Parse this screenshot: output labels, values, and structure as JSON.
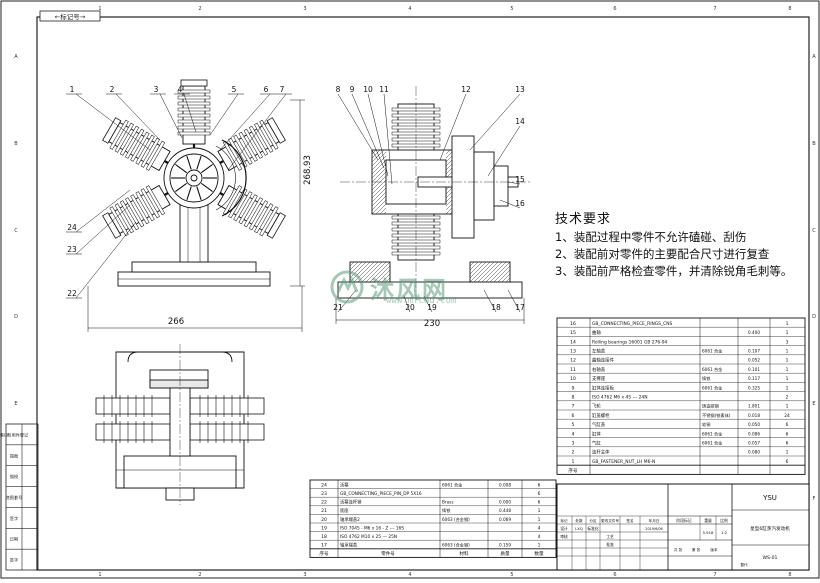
{
  "sheet": {
    "corner_tag": "←标记号→",
    "overall_height_dim": "268.93",
    "front_width_dim": "266",
    "side_width_dim": "230",
    "callouts_front": [
      "1",
      "2",
      "3",
      "4",
      "5",
      "6",
      "7",
      "24",
      "23",
      "22"
    ],
    "callouts_side": [
      "8",
      "9",
      "10",
      "11",
      "12",
      "13",
      "14",
      "15",
      "16",
      "17",
      "18",
      "19",
      "20",
      "21"
    ]
  },
  "notes": {
    "title": "技术要求",
    "lines": [
      "1、装配过程中零件不允许磕碰、刮伤",
      "2、装配前对零件的主要配合尺寸进行复查",
      "3、装配前严格检查零件，并清除锐角毛刺等。"
    ]
  },
  "watermark": {
    "text": "沐风网",
    "url": "www.mfcad.com"
  },
  "bom_right": {
    "rows": [
      {
        "no": "16",
        "name": "GB_CONNECTING_PIECE_RINGS_CNS",
        "mat": "",
        "w": "",
        "q": "1"
      },
      {
        "no": "15",
        "name": "曲轴",
        "mat": "",
        "w": "0.400",
        "q": "1"
      },
      {
        "no": "14",
        "name": "Rolling bearings 16001 GB 276-94",
        "mat": "",
        "w": "",
        "q": "3"
      },
      {
        "no": "13",
        "name": "左轴盖",
        "mat": "6061 合金",
        "w": "0.107",
        "q": "1"
      },
      {
        "no": "12",
        "name": "曲轴连接件",
        "mat": "",
        "w": "0.052",
        "q": "1"
      },
      {
        "no": "11",
        "name": "右轴盖",
        "mat": "6061 合金",
        "w": "0.101",
        "q": "1"
      },
      {
        "no": "10",
        "name": "支撑座",
        "mat": "铸铁",
        "w": "0.117",
        "q": "1"
      },
      {
        "no": "9",
        "name": "缸体连接板",
        "mat": "6061 合金",
        "w": "0.325",
        "q": "1"
      },
      {
        "no": "8",
        "name": "ISO 4762 M6 x 45 --- 24N",
        "mat": "",
        "w": "",
        "q": "2"
      },
      {
        "no": "7",
        "name": "飞轮",
        "mat": "铸造碳钢",
        "w": "1.801",
        "q": "1"
      },
      {
        "no": "6",
        "name": "缸盖螺栓",
        "mat": "不锈钢(铁素体)",
        "w": "0.018",
        "q": "24"
      },
      {
        "no": "5",
        "name": "气缸盖",
        "mat": "软铜",
        "w": "0.050",
        "q": "6"
      },
      {
        "no": "4",
        "name": "缸体",
        "mat": "6061 合金",
        "w": "0.086",
        "q": "6"
      },
      {
        "no": "3",
        "name": "气缸",
        "mat": "6061 合金",
        "w": "0.057",
        "q": "6"
      },
      {
        "no": "2",
        "name": "连杆主体",
        "mat": "",
        "w": "0.080",
        "q": "1"
      },
      {
        "no": "1",
        "name": "GB_FASTENER_NUT_LH M6-N",
        "mat": "",
        "w": "",
        "q": "6"
      }
    ],
    "footer": "序号"
  },
  "bom_left": {
    "rows": [
      {
        "no": "24",
        "name": "活塞",
        "mat": "6061 合金",
        "w": "0.008",
        "q": "6"
      },
      {
        "no": "23",
        "name": "GB_CONNECTING_PIECE_PIN_DP 5X16",
        "mat": "",
        "w": "",
        "q": "6"
      },
      {
        "no": "22",
        "name": "活塞连杆销",
        "mat": "Brass",
        "w": "0.000",
        "q": "6"
      },
      {
        "no": "21",
        "name": "底座",
        "mat": "铸铁",
        "w": "0.448",
        "q": "1"
      },
      {
        "no": "20",
        "name": "轴承端盖2",
        "mat": "6063 (合金钢)",
        "w": "0.069",
        "q": "1"
      },
      {
        "no": "19",
        "name": "ISO 7045 - M6 x 16 - Z --- 16S",
        "mat": "",
        "w": "",
        "q": "4"
      },
      {
        "no": "18",
        "name": "ISO 4762 M10 x 25 --- 25N",
        "mat": "",
        "w": "",
        "q": "4"
      },
      {
        "no": "17",
        "name": "轴承端盖",
        "mat": "6063 (合金钢)",
        "w": "0.159",
        "q": "1"
      }
    ],
    "header": {
      "no": "序号",
      "name": "零件号",
      "mat": "材料",
      "w": "质量",
      "q": "数量"
    }
  },
  "title_block": {
    "company": "YSU",
    "drawing_name": "星型6缸蒸汽发动机",
    "drawing_no": "WS-01",
    "labels": {
      "mark": "标记",
      "count": "处数",
      "zone": "分区",
      "change_no": "更改文件号",
      "sign": "签名",
      "date": "年月日",
      "design": "设计",
      "check": "审核",
      "process": "工艺",
      "approve": "批准",
      "std": "标准化",
      "stage_mark": "阶段标记",
      "weight": "重量",
      "scale": "比例",
      "sheets": "共 张",
      "sheet": "第 张",
      "version": "版本",
      "replace": "替代"
    },
    "designer": "LXQ",
    "date": "2019/6/06",
    "weight_value": "5.918",
    "scale_value": "1:2"
  },
  "side_strip": {
    "labels": [
      "借(通)用件登记",
      "描图",
      "描校",
      "底图总号",
      "签字",
      "日期",
      "签字"
    ]
  },
  "zones": {
    "cols": [
      "1",
      "2",
      "3",
      "4",
      "5",
      "6",
      "7",
      "8"
    ],
    "rows": [
      "A",
      "B",
      "C",
      "D",
      "E",
      "F"
    ]
  }
}
